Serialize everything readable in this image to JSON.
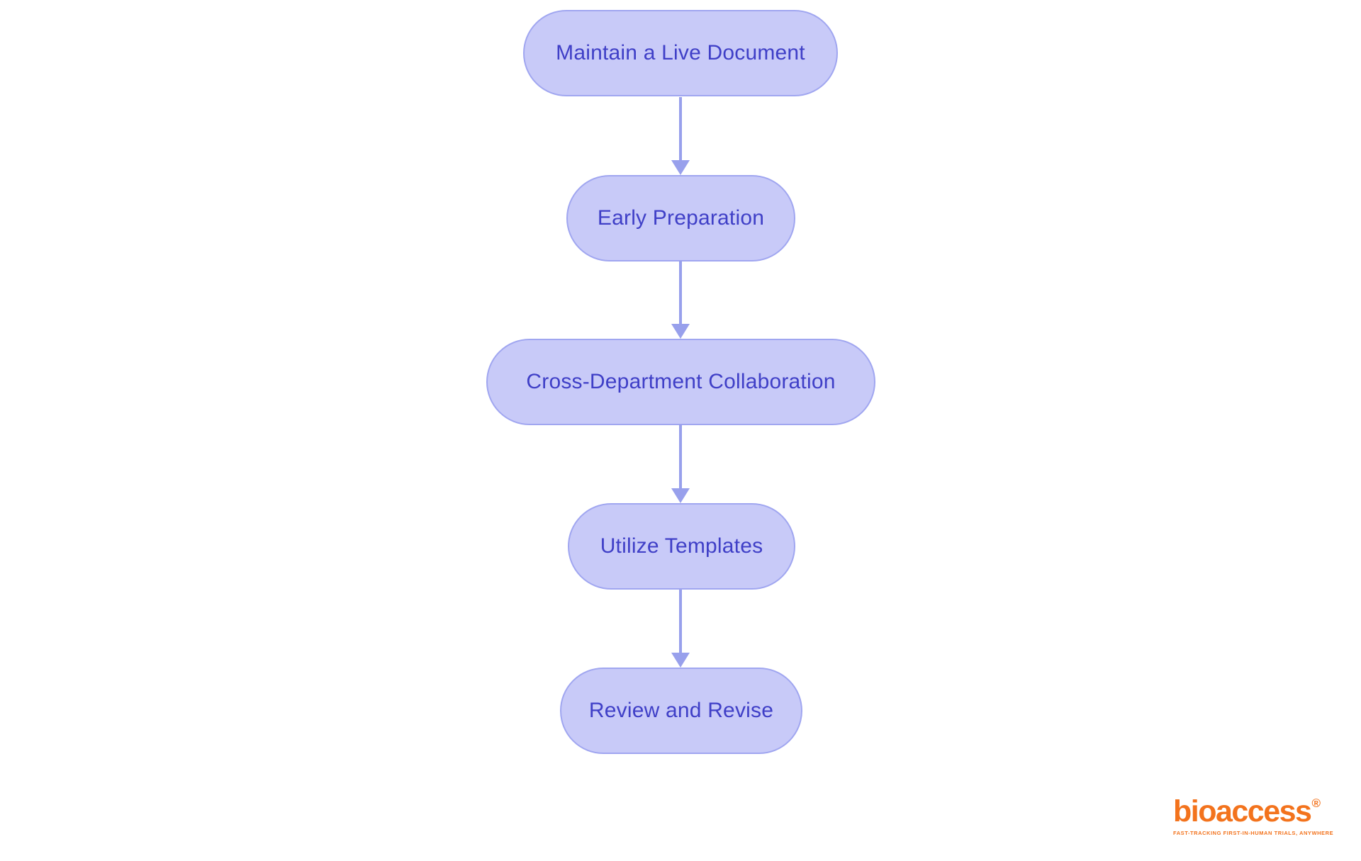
{
  "diagram": {
    "type": "flowchart",
    "direction": "top-down",
    "nodes": [
      {
        "id": "n1",
        "label": "Maintain a Live Document"
      },
      {
        "id": "n2",
        "label": "Early Preparation"
      },
      {
        "id": "n3",
        "label": "Cross-Department Collaboration"
      },
      {
        "id": "n4",
        "label": "Utilize Templates"
      },
      {
        "id": "n5",
        "label": "Review and Revise"
      }
    ],
    "edges": [
      {
        "from": "n1",
        "to": "n2"
      },
      {
        "from": "n2",
        "to": "n3"
      },
      {
        "from": "n3",
        "to": "n4"
      },
      {
        "from": "n4",
        "to": "n5"
      }
    ]
  },
  "branding": {
    "logo_text": "bioaccess",
    "registered_mark": "®",
    "tagline": "FAST-TRACKING FIRST-IN-HUMAN TRIALS, ANYWHERE"
  },
  "colors": {
    "background": "#FFFFFF",
    "node_fill": "#C8CAF8",
    "node_border": "#A0A6F0",
    "node_text": "#3F3FC7",
    "arrow": "#98A0EC",
    "logo_orange": "#F3731D"
  }
}
